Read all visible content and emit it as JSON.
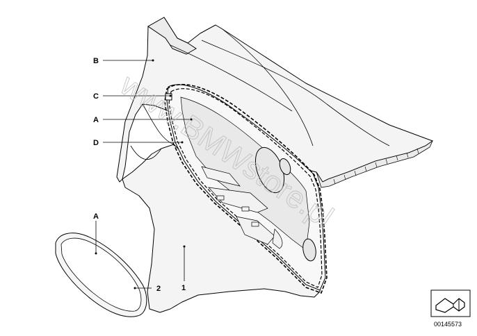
{
  "watermark": "www.BMWstore.pl",
  "callouts": {
    "b": "B",
    "c": "C",
    "a_top": "A",
    "d": "D",
    "a_bottom": "A",
    "two": "2",
    "one": "1"
  },
  "reference_number": "00145573",
  "colors": {
    "line": "#000000",
    "panel_fill": "#f4f4f4",
    "shade": "#dddddd",
    "watermark": "#b9b9b9"
  }
}
